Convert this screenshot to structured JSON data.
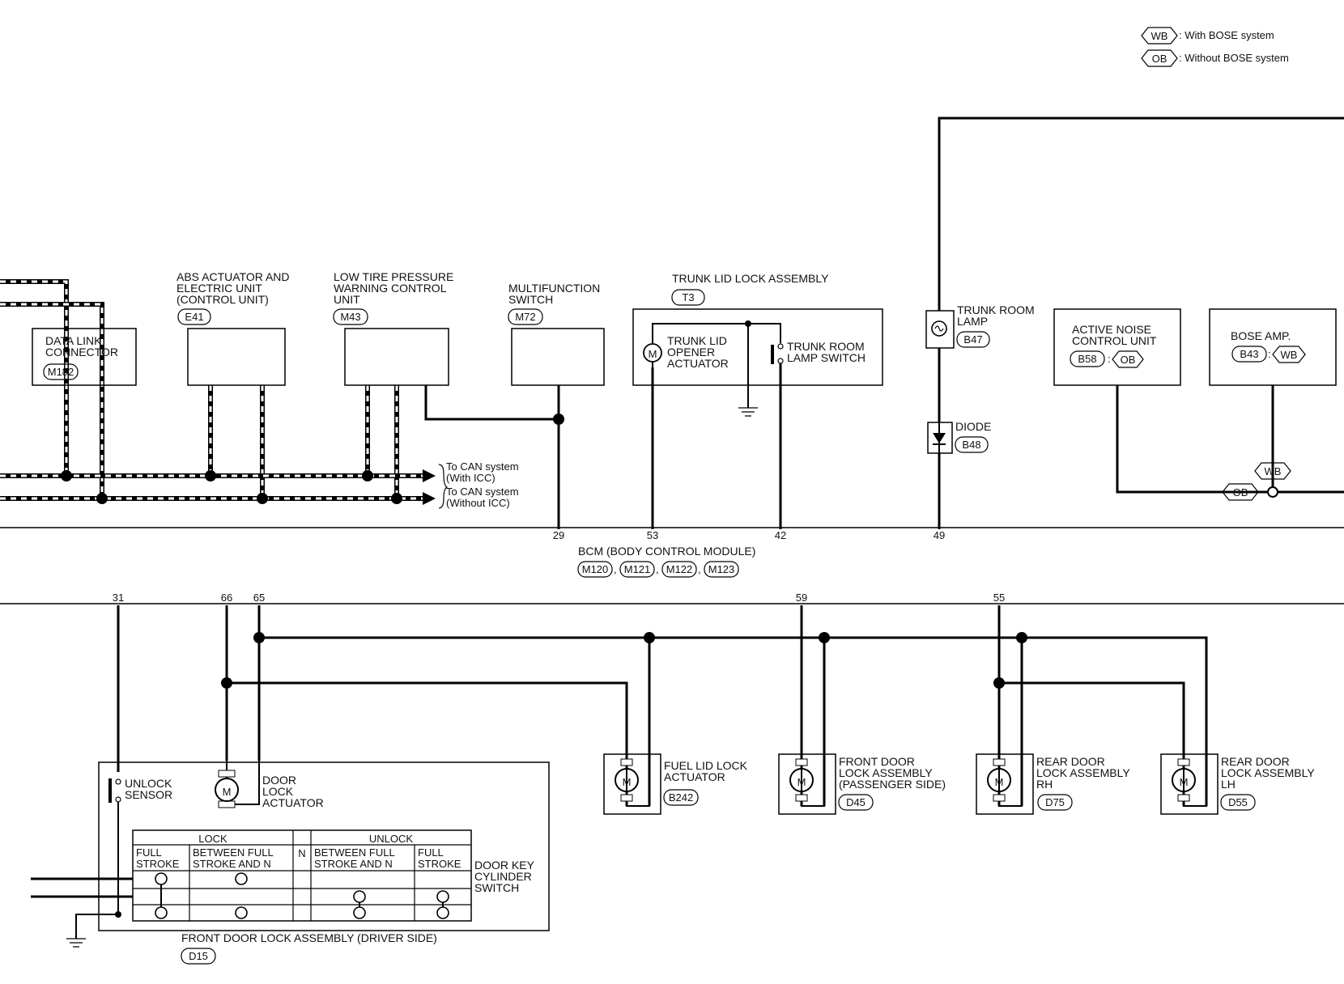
{
  "legend": {
    "wb_tag": "WB",
    "wb_text": ": With BOSE system",
    "ob_tag": "OB",
    "ob_text": ": Without BOSE system"
  },
  "components": {
    "data_link": {
      "line1": "DATA LINK",
      "line2": "CONNECTOR",
      "connector": "M182"
    },
    "abs": {
      "line1": "ABS ACTUATOR AND",
      "line2": "ELECTRIC UNIT",
      "line3": "(CONTROL UNIT)",
      "connector": "E41"
    },
    "tpms": {
      "line1": "LOW TIRE PRESSURE",
      "line2": "WARNING CONTROL",
      "line3": "UNIT",
      "connector": "M43"
    },
    "multifunction": {
      "line1": "MULTIFUNCTION",
      "line2": "SWITCH",
      "connector": "M72"
    },
    "trunk_lid": {
      "title": "TRUNK LID LOCK ASSEMBLY",
      "connector": "T3",
      "actuator_line1": "TRUNK LID",
      "actuator_line2": "OPENER",
      "actuator_line3": "ACTUATOR",
      "switch_line1": "TRUNK ROOM",
      "switch_line2": "LAMP SWITCH"
    },
    "trunk_lamp": {
      "line1": "TRUNK ROOM",
      "line2": "LAMP",
      "connector": "B47"
    },
    "diode": {
      "label": "DIODE",
      "connector": "B48"
    },
    "anc": {
      "line1": "ACTIVE NOISE",
      "line2": "CONTROL UNIT",
      "connector": "B58",
      "tag": "OB"
    },
    "bose_amp": {
      "line1": "BOSE AMP.",
      "connector": "B43",
      "tag": "WB"
    },
    "bcm": {
      "label": "BCM (BODY CONTROL MODULE)",
      "connectors": [
        "M120",
        "M121",
        "M122",
        "M123"
      ]
    },
    "fuel_lid": {
      "line1": "FUEL LID LOCK",
      "line2": "ACTUATOR",
      "connector": "B242"
    },
    "front_door_ps": {
      "line1": "FRONT DOOR",
      "line2": "LOCK ASSEMBLY",
      "line3": "(PASSENGER SIDE)",
      "connector": "D45"
    },
    "rear_door_rh": {
      "line1": "REAR DOOR",
      "line2": "LOCK ASSEMBLY",
      "line3": "RH",
      "connector": "D75"
    },
    "rear_door_lh": {
      "line1": "REAR DOOR",
      "line2": "LOCK ASSEMBLY",
      "line3": "LH",
      "connector": "D55"
    },
    "driver_door": {
      "label": "FRONT DOOR LOCK  ASSEMBLY (DRIVER SIDE)",
      "connector": "D15",
      "unlock_sensor_line1": "UNLOCK",
      "unlock_sensor_line2": "SENSOR",
      "actuator_line1": "DOOR",
      "actuator_line2": "LOCK",
      "actuator_line3": "ACTUATOR",
      "key_switch_line1": "DOOR KEY",
      "key_switch_line2": "CYLINDER",
      "key_switch_line3": "SWITCH",
      "table": {
        "lock": "LOCK",
        "unlock": "UNLOCK",
        "n": "N",
        "full_stroke_1": "FULL",
        "full_stroke_2": "STROKE",
        "between_1": "BETWEEN FULL",
        "between_2": "STROKE AND N"
      }
    }
  },
  "can_labels": {
    "with_icc_1": "To CAN system",
    "with_icc_2": "(With ICC)",
    "without_icc_1": "To CAN system",
    "without_icc_2": "(Without ICC)"
  },
  "terminals": {
    "t29": "29",
    "t53": "53",
    "t42": "42",
    "t49": "49",
    "t31": "31",
    "t66": "66",
    "t65": "65",
    "t59": "59",
    "t55": "55"
  },
  "motor_symbol": "M"
}
